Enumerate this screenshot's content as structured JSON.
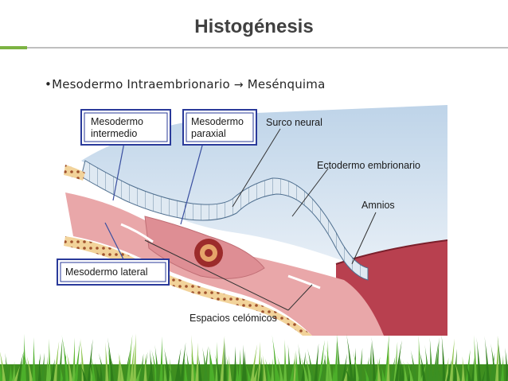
{
  "slide": {
    "title": "Histogénesis",
    "bullet": {
      "marker": "•",
      "text": "Mesodermo Intraembrionario",
      "arrow": "→",
      "target": "Mesénquima"
    }
  },
  "figure": {
    "labels": {
      "mesodermo_intermedio_l1": "Mesodermo",
      "mesodermo_intermedio_l2": "intermedio",
      "mesodermo_paraxial_l1": "Mesodermo",
      "mesodermo_paraxial_l2": "paraxial",
      "surco_neural": "Surco neural",
      "ectodermo": "Ectodermo embrionario",
      "amnios": "Amnios",
      "mesodermo_lateral": "Mesodermo lateral",
      "espacios": "Espacios celómicos"
    }
  },
  "colors": {
    "accent_green": "#7cb342",
    "title_gray": "#404040",
    "label_box": "#2a3a9a",
    "mesoderm": "#e8a6a6",
    "ectoderm": "#c9ddef",
    "amnios_wall": "#b33a4a"
  }
}
